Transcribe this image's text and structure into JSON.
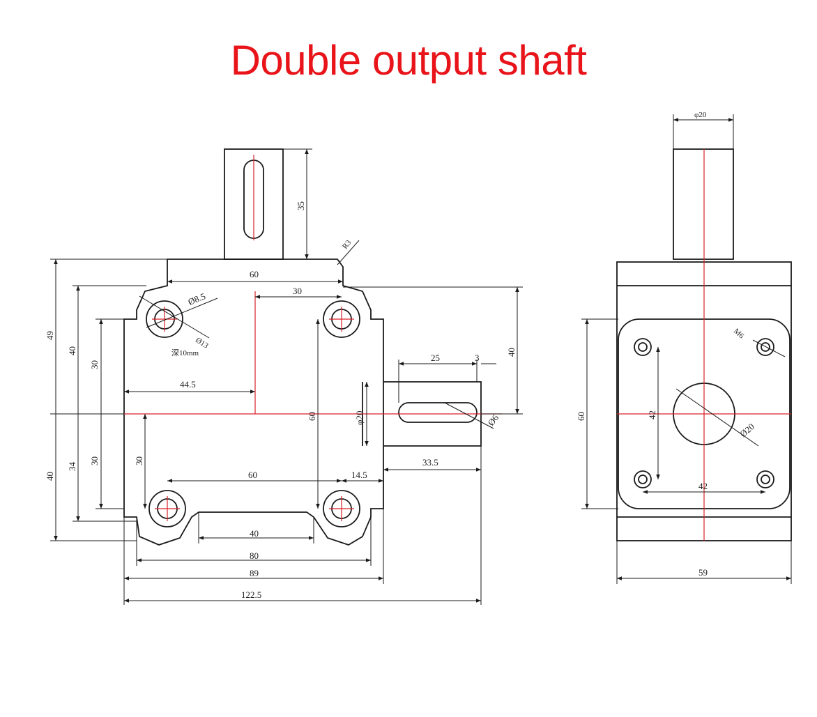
{
  "title": "Double output shaft",
  "dims": {
    "d49": "49",
    "d40_left": "40",
    "d30_top": "30",
    "d40_bot": "40",
    "d34": "34",
    "d30_bot": "30",
    "d30_inner": "30",
    "d35": "35",
    "dR3": "R3",
    "d60_top": "60",
    "d30_hole": "30",
    "dphi85": "Ø8.5",
    "dphi13": "Ø13",
    "ddeep": "深10mm",
    "d44_5": "44.5",
    "d60_vert": "60",
    "dphi20_side": "φ20",
    "d25": "25",
    "d3": "3",
    "d40_right": "40",
    "dphi6": "Ø6",
    "d14_5": "14.5",
    "d33_5": "33.5",
    "d60_mid": "60",
    "d40_slot": "40",
    "d80": "80",
    "d89": "89",
    "d122_5": "122.5",
    "r_phi20_top": "φ20",
    "r_M6": "M6",
    "r_60": "60",
    "r_42v": "42",
    "r_phi20": "Ø20",
    "r_42h": "42",
    "r_59": "59"
  }
}
